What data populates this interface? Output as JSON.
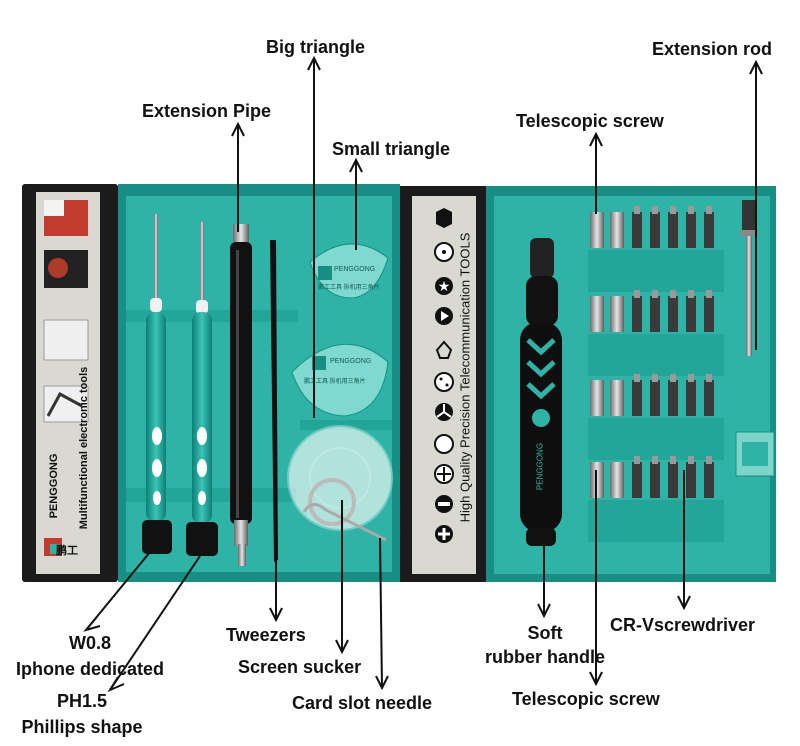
{
  "labels": {
    "big_triangle": "Big triangle",
    "extension_rod": "Extension rod",
    "extension_pipe": "Extension Pipe",
    "telescopic_screw_top": "Telescopic screw",
    "small_triangle": "Small triangle",
    "w08_line1": "W0.8",
    "w08_line2": "Iphone dedicated",
    "ph15_line1": "PH1.5",
    "ph15_line2": "Phillips shape",
    "tweezers": "Tweezers",
    "screen_sucker": "Screen sucker",
    "card_slot_needle": "Card slot needle",
    "soft_line1": "Soft",
    "soft_line2": "rubber handle",
    "crv_screwdriver": "CR-Vscrewdriver",
    "telescopic_screw_bottom": "Telescopic screw"
  },
  "box": {
    "spine_brand": "PENGGONG",
    "spine_text": "Multifunctional electronic tools",
    "brand_cn": "鹏工",
    "tagline": "High Quality Precision Telecommunication TOOLS",
    "handle_brand": "PENGGONG",
    "pick_brand": "PENGGONG",
    "pick_text": "鹏工工具 拆机用三角片"
  },
  "colors": {
    "teal": "#2fb3a6",
    "teal_dark": "#178f84",
    "black_case": "#1b1b1b",
    "gray_card": "#d9d9d2"
  }
}
